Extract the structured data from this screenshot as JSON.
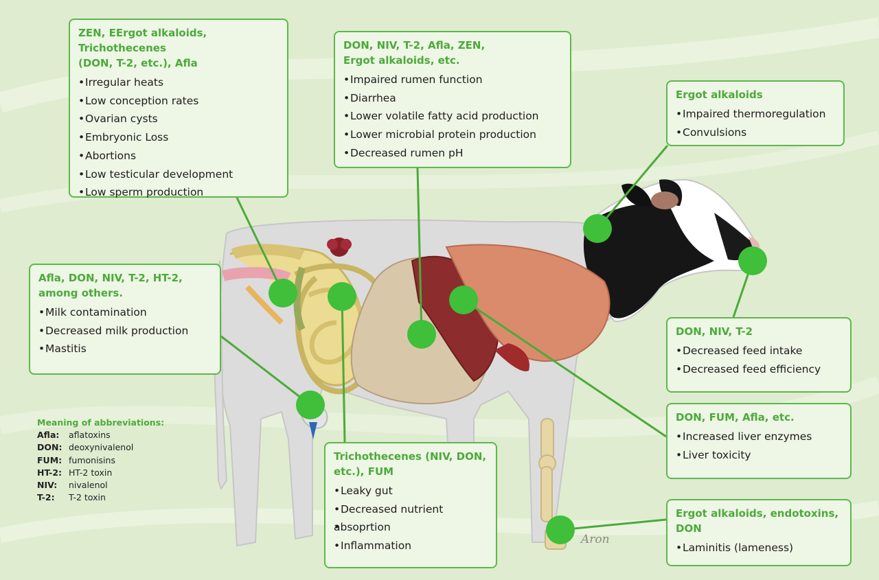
{
  "colors": {
    "accent_green": "#4caa3a",
    "marker_green": "#3fbf3a",
    "box_border": "#5cb84a",
    "box_fill": "#eef6e6"
  },
  "boxes": {
    "reproduction": {
      "heading": [
        "ZEN, EErgot alkaloids, Trichothecenes",
        "(DON, T-2, etc.), Afla"
      ],
      "items": [
        "Irregular heats",
        "Low conception rates",
        "Ovarian cysts",
        "Embryonic Loss",
        "Abortions",
        "Low testicular development",
        "Low sperm production"
      ]
    },
    "rumen": {
      "heading": [
        "DON, NIV, T-2, Afla, ZEN,",
        "Ergot alkaloids, etc."
      ],
      "items": [
        "Impaired rumen function",
        "Diarrhea",
        "Lower volatile fatty acid production",
        "Lower microbial protein production",
        "Decreased rumen pH"
      ]
    },
    "brain": {
      "heading": [
        "Ergot alkaloids"
      ],
      "items": [
        "Impaired thermoregulation",
        "Convulsions"
      ]
    },
    "udder": {
      "heading": [
        "Afla, DON, NIV, T-2, HT-2,",
        "among others."
      ],
      "items": [
        "Milk contamination",
        "Decreased milk production",
        "Mastitis"
      ]
    },
    "mouth": {
      "heading": [
        "DON, NIV, T-2"
      ],
      "items": [
        "Decreased feed intake",
        "Decreased feed efficiency"
      ]
    },
    "liver": {
      "heading": [
        "DON, FUM, Afla, etc."
      ],
      "items": [
        "Increased liver enzymes",
        "Liver toxicity"
      ]
    },
    "gut": {
      "heading": [
        "Trichothecenes (NIV, DON,",
        "etc.), FUM"
      ],
      "items": [
        "Leaky gut",
        "Decreased nutrient",
        "absoprtion",
        "Inflammation"
      ]
    },
    "hoof": {
      "heading": [
        "Ergot alkaloids, endotoxins,",
        "DON"
      ],
      "items": [
        "Laminitis (lameness)"
      ]
    }
  },
  "legend": {
    "title": "Meaning of abbreviations:",
    "rows": [
      {
        "abbr": "Afla:",
        "meaning": "aflatoxins"
      },
      {
        "abbr": "DON:",
        "meaning": "deoxynivalenol"
      },
      {
        "abbr": "FUM:",
        "meaning": "fumonisins"
      },
      {
        "abbr": "HT-2:",
        "meaning": "HT-2 toxin"
      },
      {
        "abbr": "NIV:",
        "meaning": "nivalenol"
      },
      {
        "abbr": "T-2:",
        "meaning": "T-2 toxin"
      }
    ]
  },
  "signature": "Aron"
}
